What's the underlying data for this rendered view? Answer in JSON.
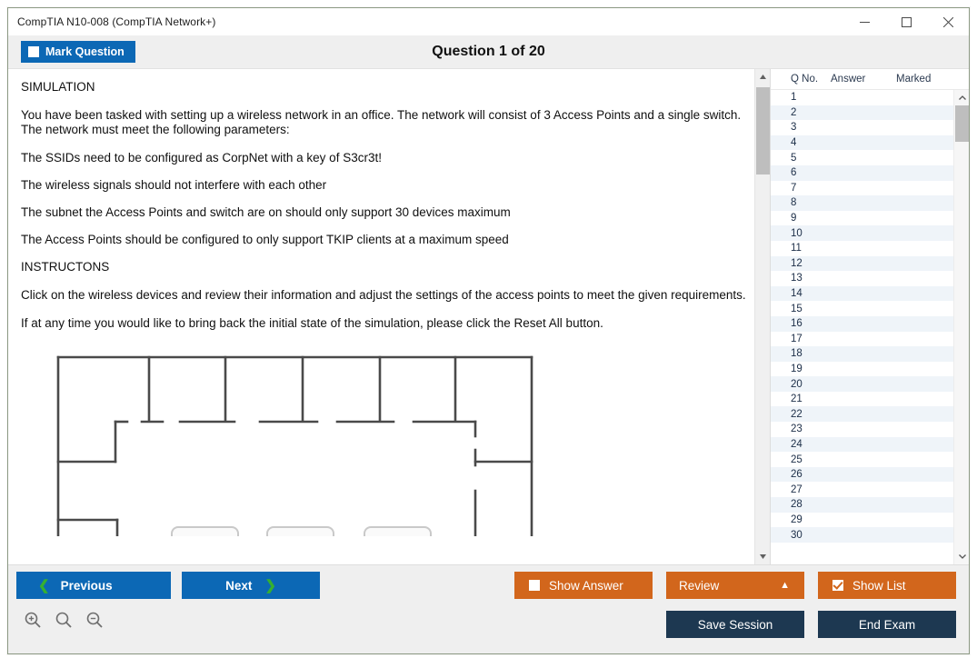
{
  "window": {
    "title": "CompTIA N10-008 (CompTIA Network+)",
    "minimize_label": "minimize-icon",
    "maximize_label": "maximize-icon",
    "close_label": "close-icon"
  },
  "header": {
    "mark_question_label": "Mark Question",
    "mark_question_checked": false,
    "question_title": "Question 1 of 20"
  },
  "question": {
    "heading": "SIMULATION",
    "paragraphs": [
      "You have been tasked with setting up a wireless network in an office. The network will consist of 3 Access Points and a single switch. The network must meet the following parameters:",
      "The SSIDs need to be configured as CorpNet with a key of S3cr3t!",
      "The wireless signals should not interfere with each other",
      "The subnet the Access Points and switch are on should only support 30 devices maximum",
      "The Access Points should be configured to only support TKIP clients at a maximum speed"
    ],
    "instructions_heading": "INSTRUCTONS",
    "instructions": [
      "Click on the wireless devices and review their information and adjust the settings of the access points to meet the given requirements.",
      "If at any time you would like to bring back the initial state of the simulation, please click the Reset All button."
    ]
  },
  "list": {
    "columns": [
      "Q No.",
      "Answer",
      "Marked"
    ],
    "rows": [
      {
        "no": "1",
        "answer": "",
        "marked": ""
      },
      {
        "no": "2",
        "answer": "",
        "marked": ""
      },
      {
        "no": "3",
        "answer": "",
        "marked": ""
      },
      {
        "no": "4",
        "answer": "",
        "marked": ""
      },
      {
        "no": "5",
        "answer": "",
        "marked": ""
      },
      {
        "no": "6",
        "answer": "",
        "marked": ""
      },
      {
        "no": "7",
        "answer": "",
        "marked": ""
      },
      {
        "no": "8",
        "answer": "",
        "marked": ""
      },
      {
        "no": "9",
        "answer": "",
        "marked": ""
      },
      {
        "no": "10",
        "answer": "",
        "marked": ""
      },
      {
        "no": "11",
        "answer": "",
        "marked": ""
      },
      {
        "no": "12",
        "answer": "",
        "marked": ""
      },
      {
        "no": "13",
        "answer": "",
        "marked": ""
      },
      {
        "no": "14",
        "answer": "",
        "marked": ""
      },
      {
        "no": "15",
        "answer": "",
        "marked": ""
      },
      {
        "no": "16",
        "answer": "",
        "marked": ""
      },
      {
        "no": "17",
        "answer": "",
        "marked": ""
      },
      {
        "no": "18",
        "answer": "",
        "marked": ""
      },
      {
        "no": "19",
        "answer": "",
        "marked": ""
      },
      {
        "no": "20",
        "answer": "",
        "marked": ""
      },
      {
        "no": "21",
        "answer": "",
        "marked": ""
      },
      {
        "no": "22",
        "answer": "",
        "marked": ""
      },
      {
        "no": "23",
        "answer": "",
        "marked": ""
      },
      {
        "no": "24",
        "answer": "",
        "marked": ""
      },
      {
        "no": "25",
        "answer": "",
        "marked": ""
      },
      {
        "no": "26",
        "answer": "",
        "marked": ""
      },
      {
        "no": "27",
        "answer": "",
        "marked": ""
      },
      {
        "no": "28",
        "answer": "",
        "marked": ""
      },
      {
        "no": "29",
        "answer": "",
        "marked": ""
      },
      {
        "no": "30",
        "answer": "",
        "marked": ""
      }
    ]
  },
  "footer": {
    "previous_label": "Previous",
    "next_label": "Next",
    "show_answer_label": "Show Answer",
    "show_answer_checked": false,
    "review_label": "Review",
    "show_list_label": "Show List",
    "show_list_checked": true,
    "save_session_label": "Save Session",
    "end_exam_label": "End Exam",
    "zoom_in_icon": "zoom-in-icon",
    "zoom_reset_icon": "zoom-reset-icon",
    "zoom_out_icon": "zoom-out-icon"
  },
  "colors": {
    "primary_blue": "#0c68b5",
    "accent_orange": "#d2661c",
    "navy": "#1d3851",
    "chevron_green": "#36b030",
    "row_alt": "#eff4f9"
  }
}
